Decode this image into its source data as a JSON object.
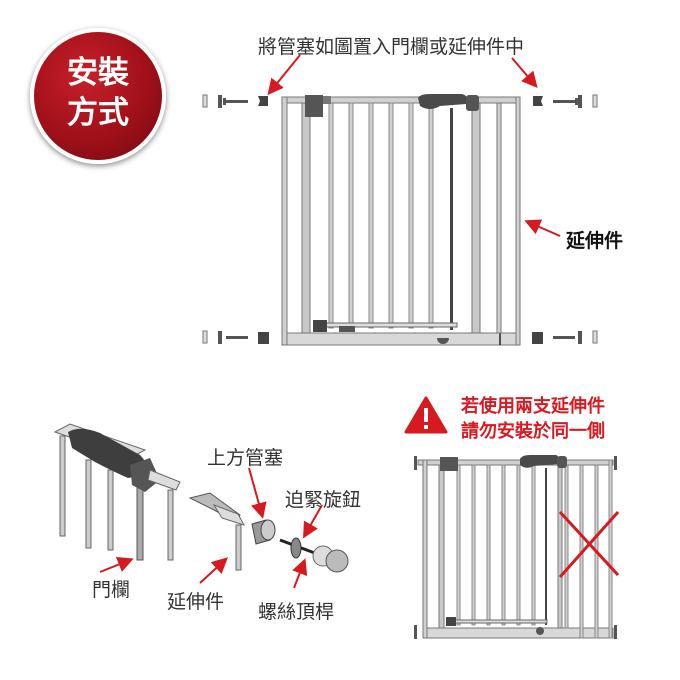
{
  "badge": {
    "line1": "安裝",
    "line2": "方式",
    "color": "#a01019"
  },
  "top_diagram": {
    "instruction": "將管塞如圖置入門欄或延伸件中",
    "extension_label": "延伸件"
  },
  "exploded_view": {
    "labels": {
      "gate_bar": "門欄",
      "extension": "延伸件",
      "top_plug": "上方管塞",
      "tightening_knob": "迫緊旋鈕",
      "screw_rod": "螺絲頂桿"
    }
  },
  "warning": {
    "icon": "warning-triangle-icon",
    "line1": "若使用兩支延伸件",
    "line2": "請勿安裝於同一側",
    "color": "#d71920"
  },
  "colors": {
    "arrow": "#d71920",
    "frame": "#c8c8c8",
    "frame_edge": "#777777",
    "handle": "#4a4a4a"
  }
}
